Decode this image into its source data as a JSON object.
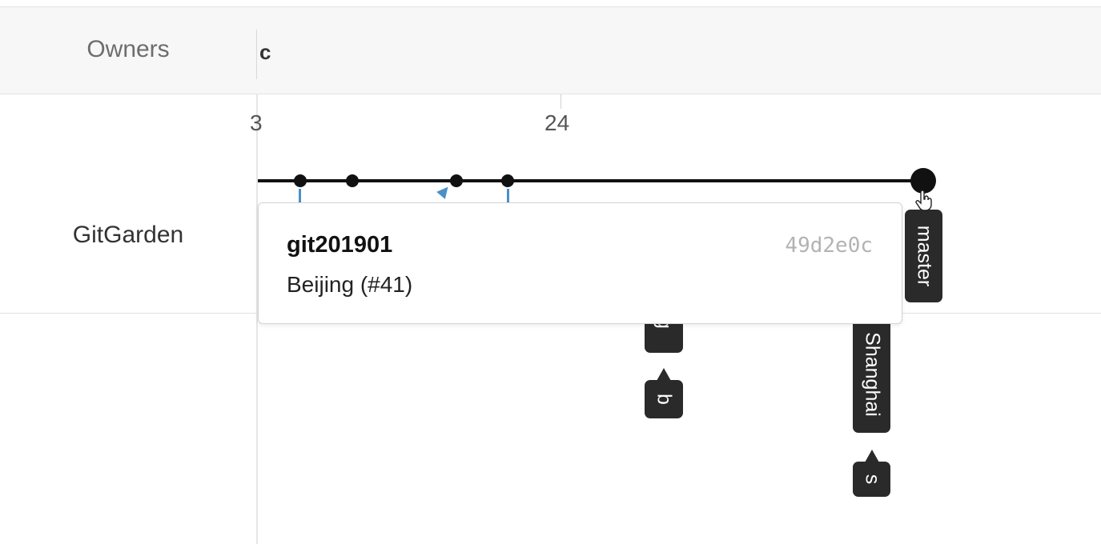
{
  "header": {
    "owners_label": "Owners",
    "column_label": "c"
  },
  "row": {
    "owner": "GitGarden"
  },
  "axis": {
    "ticks": [
      "3",
      "24"
    ]
  },
  "tooltip": {
    "branch": "git201901",
    "sha": "49d2e0c",
    "message": "Beijing (#41)"
  },
  "tags": {
    "master": "master",
    "g_partial": "g",
    "b": "b",
    "shanghai": "Shanghai",
    "s": "s"
  },
  "icons": {
    "pointer": "hand-pointer-icon"
  },
  "colors": {
    "timeline": "#111111",
    "branch_link": "#4a90c9",
    "tag_bg": "#2a2a2a",
    "header_bg": "#f7f7f8"
  }
}
